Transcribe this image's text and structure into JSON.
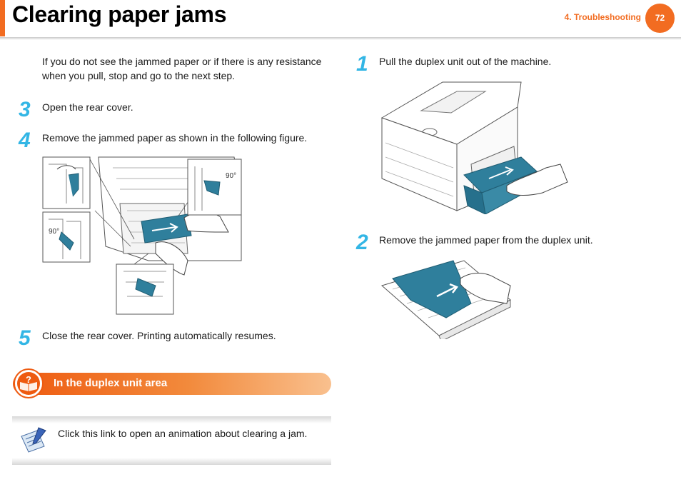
{
  "header": {
    "title": "Clearing paper jams",
    "section": "4.  Troubleshooting",
    "page_number": "72",
    "accent_color": "#f26c21"
  },
  "left": {
    "intro": "If you do not see the jammed paper or if there is any resistance when you pull, stop and go to the next step.",
    "steps": [
      {
        "number": "3",
        "text": "Open the rear cover."
      },
      {
        "number": "4",
        "text": "Remove the jammed paper as shown in the following figure."
      },
      {
        "number": "5",
        "text": "Close the rear cover. Printing automatically resumes."
      }
    ],
    "figure": {
      "angle_label_1": "90°",
      "angle_label_2": "90°"
    },
    "section_heading": "In the duplex unit area",
    "note": {
      "icon": "animation-note-icon",
      "text": "Click this link to open an animation about clearing a jam."
    }
  },
  "right": {
    "steps": [
      {
        "number": "1",
        "text": "Pull the duplex unit out of the machine."
      },
      {
        "number": "2",
        "text": "Remove the jammed paper from the duplex unit."
      }
    ]
  },
  "colors": {
    "step_number": "#33b6e5",
    "paper_blue": "#2f7f9c"
  }
}
